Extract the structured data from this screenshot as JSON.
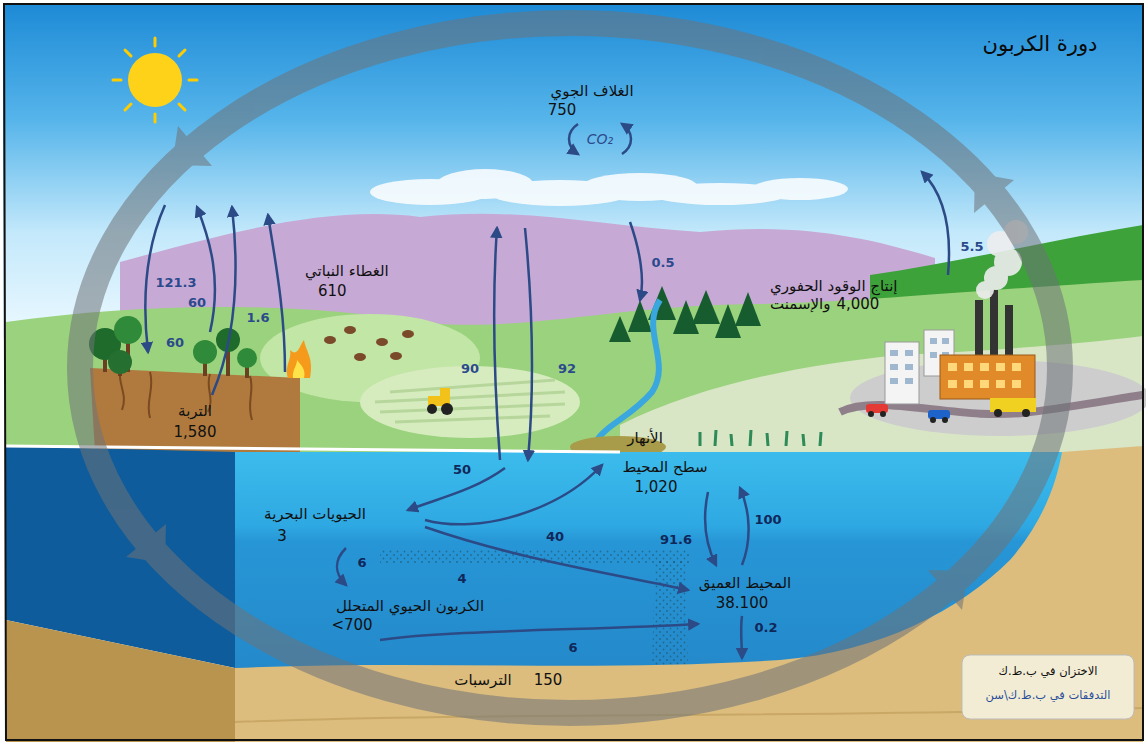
{
  "diagram": {
    "title": "دورة الكربون",
    "labels": [
      "الغلاف الجوي",
      "750",
      "CO₂",
      "121.3",
      "60",
      "60",
      "1.6",
      "الغطاء النباتي",
      "610",
      "90",
      "92",
      "0.5",
      "5.5",
      "إنتاج الوقود الحفوري والإسمنت",
      "4,000",
      "التربة",
      "1,580",
      "الأنهار",
      "50",
      "سطح المحيط",
      "1,020",
      "الحيويات البحرية",
      "3",
      "40",
      "91.6",
      "100",
      "6",
      "4",
      "المحيط العميق",
      "38.100",
      "الكربون الحيوي المتحلل",
      "<700",
      "6",
      "0.2",
      "الترسبات",
      "150"
    ],
    "legend": [
      {
        "text": "الاختزان في ب.ط.ك"
      },
      {
        "text": "التدفقات في ب.ط.ك\\سن"
      }
    ]
  }
}
